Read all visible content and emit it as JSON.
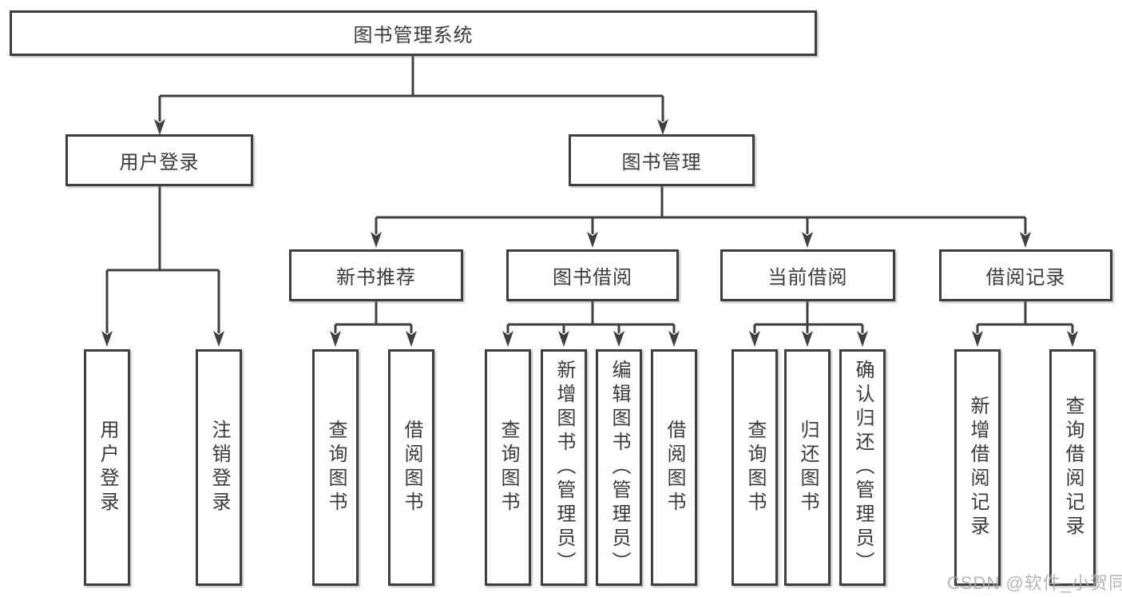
{
  "diagram": {
    "root": {
      "label": "图书管理系统"
    },
    "branches": [
      {
        "label": "用户登录",
        "children": [
          {
            "label": "用户登录"
          },
          {
            "label": "注销登录"
          }
        ]
      },
      {
        "label": "图书管理",
        "children": [
          {
            "label": "新书推荐",
            "children": [
              {
                "label": "查询图书"
              },
              {
                "label": "借阅图书"
              }
            ]
          },
          {
            "label": "图书借阅",
            "children": [
              {
                "label": "查询图书"
              },
              {
                "label": "新增图书（管理员）"
              },
              {
                "label": "编辑图书（管理员）"
              },
              {
                "label": "借阅图书"
              }
            ]
          },
          {
            "label": "当前借阅",
            "children": [
              {
                "label": "查询图书"
              },
              {
                "label": "归还图书"
              },
              {
                "label": "确认归还（管理员）"
              }
            ]
          },
          {
            "label": "借阅记录",
            "children": [
              {
                "label": "新增借阅记录"
              },
              {
                "label": "查询借阅记录"
              }
            ]
          }
        ]
      }
    ]
  },
  "watermark": {
    "text": "CSDN @软件_小贺同学"
  },
  "colors": {
    "line": "#3f3f3f",
    "text": "#3a3a3a",
    "background": "#ffffff",
    "watermark": "#a9a9a9"
  }
}
